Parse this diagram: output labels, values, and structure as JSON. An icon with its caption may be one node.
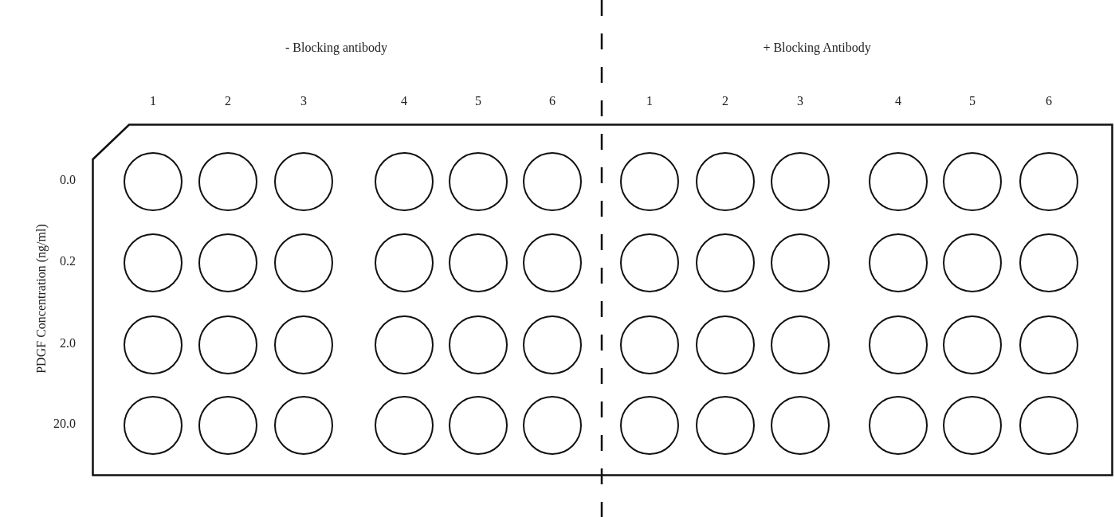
{
  "diagram": {
    "nodes": [
      {
        "text": [],
        "shape": "box"
      },
      {
        "text": [],
        "shape": "circle",
        "in": 0
      },
      {
        "text": [],
        "shape": "circle",
        "in": 0
      },
      {
        "text": [],
        "shape": "circle",
        "in": 0
      },
      {
        "text": [],
        "shape": "circle",
        "in": 0
      },
      {
        "text": [],
        "shape": "circle",
        "in": 0
      },
      {
        "text": [],
        "shape": "circle",
        "in": 0
      },
      {
        "text": [],
        "shape": "circle",
        "in": 0
      },
      {
        "text": [],
        "shape": "circle",
        "in": 0
      },
      {
        "text": [],
        "shape": "circle",
        "in": 0
      },
      {
        "text": [],
        "shape": "circle",
        "in": 0
      },
      {
        "text": [],
        "shape": "circle",
        "in": 0
      },
      {
        "text": [],
        "shape": "circle",
        "in": 0
      },
      {
        "text": [],
        "shape": "circle",
        "in": 0
      },
      {
        "text": [],
        "shape": "circle",
        "in": 0
      },
      {
        "text": [],
        "shape": "circle",
        "in": 0
      },
      {
        "text": [],
        "shape": "circle",
        "in": 0
      },
      {
        "text": [],
        "shape": "circle",
        "in": 0
      },
      {
        "text": [],
        "shape": "circle",
        "in": 0
      },
      {
        "text": [],
        "shape": "circle",
        "in": 0
      },
      {
        "text": [],
        "shape": "circle",
        "in": 0
      },
      {
        "text": [],
        "shape": "circle",
        "in": 0
      },
      {
        "text": [],
        "shape": "circle",
        "in": 0
      },
      {
        "text": [],
        "shape": "circle",
        "in": 0
      },
      {
        "text": [],
        "shape": "circle",
        "in": 0
      },
      {
        "text": [],
        "shape": "circle",
        "in": 0
      },
      {
        "text": [],
        "shape": "circle",
        "in": 0
      },
      {
        "text": [],
        "shape": "circle",
        "in": 0
      },
      {
        "text": [],
        "shape": "circle",
        "in": 0
      },
      {
        "text": [],
        "shape": "circle",
        "in": 0
      },
      {
        "text": [],
        "shape": "circle",
        "in": 0
      },
      {
        "text": [],
        "shape": "circle",
        "in": 0
      },
      {
        "text": [],
        "shape": "circle",
        "in": 0
      },
      {
        "text": [],
        "shape": "circle",
        "in": 0
      },
      {
        "text": [],
        "shape": "circle",
        "in": 0
      },
      {
        "text": [],
        "shape": "circle",
        "in": 0
      },
      {
        "text": [],
        "shape": "circle",
        "in": 0
      },
      {
        "text": [],
        "shape": "circle",
        "in": 0
      },
      {
        "text": [],
        "shape": "circle",
        "in": 0
      },
      {
        "text": [],
        "shape": "circle",
        "in": 0
      },
      {
        "text": [],
        "shape": "circle",
        "in": 0
      },
      {
        "text": [],
        "shape": "circle",
        "in": 0
      },
      {
        "text": [],
        "shape": "circle",
        "in": 0
      },
      {
        "text": [],
        "shape": "circle",
        "in": 0
      },
      {
        "text": [],
        "shape": "circle",
        "in": 0
      },
      {
        "text": [],
        "shape": "circle",
        "in": 0
      },
      {
        "text": [],
        "shape": "circle",
        "in": 0
      },
      {
        "text": [],
        "shape": "circle",
        "in": 0
      },
      {
        "text": [],
        "shape": "circle",
        "in": 0
      }
    ],
    "labels": [
      "- Blocking antibody",
      "+ Blocking Antibody",
      "1",
      "2",
      "3",
      "4",
      "5",
      "6",
      "1",
      "2",
      "3",
      "4",
      "5",
      "6",
      "PDGF Concentration (ng/ml)",
      "0.0",
      "0.2",
      "2.0",
      "20.0"
    ]
  }
}
